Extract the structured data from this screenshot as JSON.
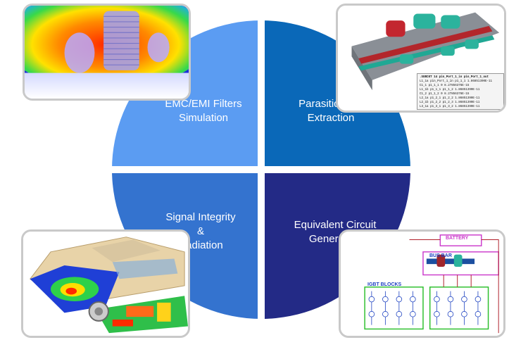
{
  "quadrants": {
    "top_left": {
      "lines": [
        "EMC/EMI Filters",
        "Simulation"
      ],
      "color": "#5b9cf2"
    },
    "top_right": {
      "lines": [
        "Parasitic RLC",
        "Extraction"
      ],
      "color": "#0a68b8"
    },
    "bottom_left": {
      "lines": [
        "Signal Integrity",
        "&",
        "Radiation"
      ],
      "color": "#3473cf"
    },
    "bottom_right": {
      "lines": [
        "Equivalent Circuit",
        "Generation"
      ],
      "color": "#232a86"
    }
  },
  "thumbnails": {
    "netlist": {
      "header": ".SUBCKT 14 pin_Port_1_in pin_Port_1_out",
      "lines": [
        "L1_1a pin_Port_1_in p1_1_1  1.86851390E-11",
        "C1_1 p1_1_1 0  8.27856376E-15",
        "L1_1b p1_1_1 p1_1_2  1.86851390E-11",
        "C1_2 p1_1_2 0  8.27856376E-15",
        "L2_1a p1_2_1 p1_2_2  1.86851390E-11",
        "L2_1b p1_2_2 p1_2_3  1.86851390E-11",
        "L3_1a p1_3_1 p1_3_2  1.86851390E-11"
      ]
    },
    "schematic": {
      "battery_label": "BATTERY",
      "busbar_label": "BUS BAR",
      "igbt_label": "IGBT BLOCKS"
    }
  }
}
